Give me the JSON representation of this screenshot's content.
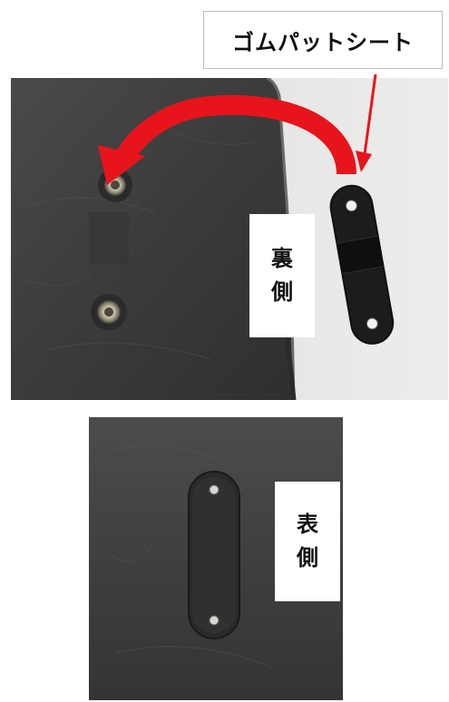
{
  "callout": {
    "label": "ゴムパットシート"
  },
  "back_side": {
    "char1": "裏",
    "char2": "側"
  },
  "front_side": {
    "char1": "表",
    "char2": "側"
  },
  "colors": {
    "arrow": "#e8141c",
    "leather_dark": "#3a3a3a",
    "pad": "#1c1c1c",
    "wall": "#e6e6e4"
  }
}
